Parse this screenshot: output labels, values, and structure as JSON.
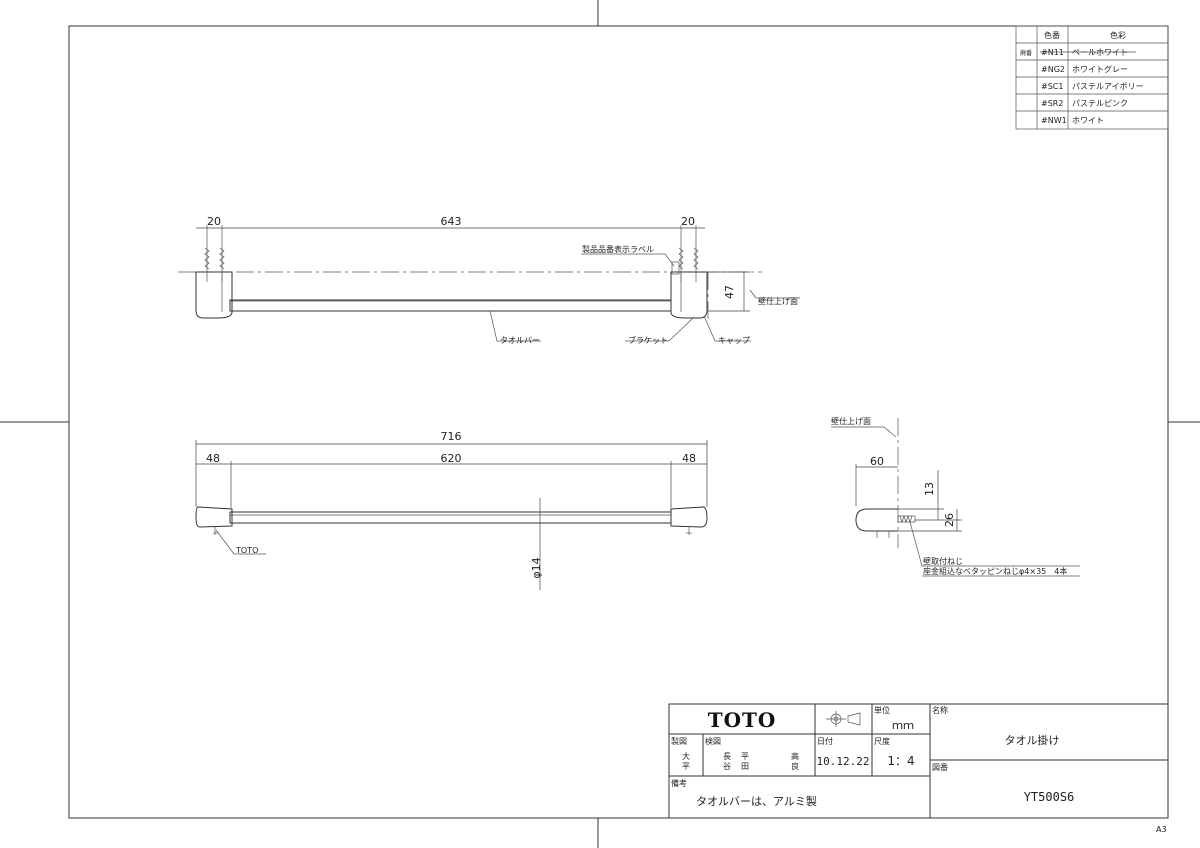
{
  "color_table": {
    "header_code": "色番",
    "header_name": "色彩",
    "abolished_label": "廃番",
    "rows": [
      {
        "code": "#N11",
        "name": "ペールホワイト",
        "struck": true
      },
      {
        "code": "#NG2",
        "name": "ホワイトグレー",
        "struck": false
      },
      {
        "code": "#SC1",
        "name": "パステルアイボリー",
        "struck": false
      },
      {
        "code": "#SR2",
        "name": "パステルピンク",
        "struck": false
      },
      {
        "code": "#NW1",
        "name": "ホワイト",
        "struck": false
      }
    ]
  },
  "top_view": {
    "dim_left": "20",
    "dim_center": "643",
    "dim_right": "20",
    "dim_height": "47",
    "label_product_code": "製品品番表示ラベル",
    "label_wall_surface": "壁仕上げ面",
    "label_towel_bar": "タオルバー",
    "label_bracket": "ブラケット",
    "label_cap": "キャップ"
  },
  "front_view": {
    "dim_total": "716",
    "dim_left": "48",
    "dim_center": "620",
    "dim_right": "48",
    "label_brand": "TOTO",
    "dim_diameter": "φ14"
  },
  "side_view": {
    "label_wall_surface": "壁仕上げ面",
    "dim_depth": "60",
    "dim_13": "13",
    "dim_26": "26",
    "label_screw_title": "壁取付ねじ",
    "label_screw_spec": "座金組込なべタッピンねじφ4×35　4本"
  },
  "title_block": {
    "logo": "TOTO",
    "unit_label": "単位",
    "unit_value": "ｍｍ",
    "name_label": "名称",
    "name_value": "タオル掛け",
    "drawn_label": "製図",
    "drawn_name_1": "大",
    "drawn_name_2": "平",
    "checked_label": "検図",
    "checked_names": [
      "長",
      "谷",
      "平",
      "田",
      "高",
      "良"
    ],
    "date_label": "日付",
    "date_value": "10.12.22",
    "scale_label": "尺度",
    "scale_value": "1：4",
    "drawing_no_label": "図番",
    "drawing_no_value": "YT500S6",
    "remarks_label": "備考",
    "remarks_value": "タオルバーは、アルミ製"
  },
  "sheet_size": "A3"
}
